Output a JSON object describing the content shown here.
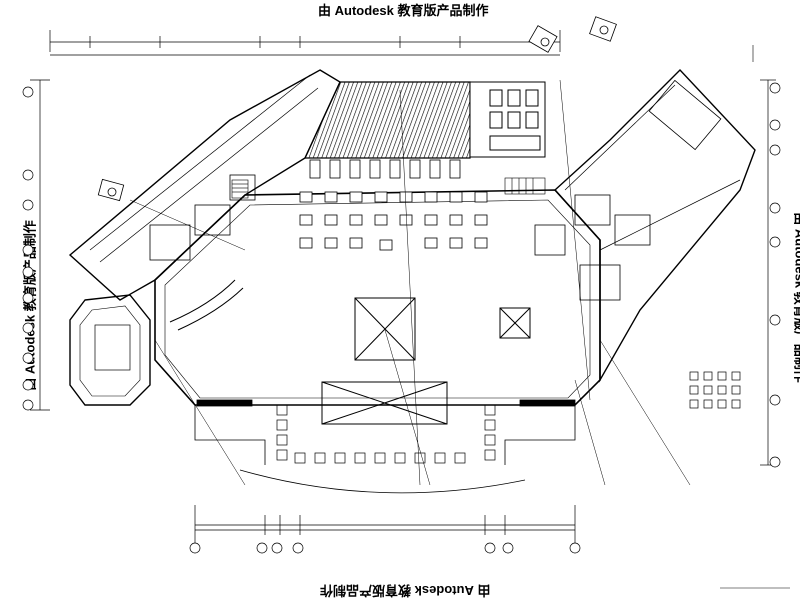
{
  "watermarks": {
    "top": "由 Autodesk 教育版产品制作",
    "bottom": "由 Autodesk 教育版产品制作",
    "left": "由 Autodesk 教育版产品制作",
    "right": "由 Autodesk 教育版产品制作"
  },
  "colors": {
    "line": "#000000",
    "background": "#ffffff"
  }
}
